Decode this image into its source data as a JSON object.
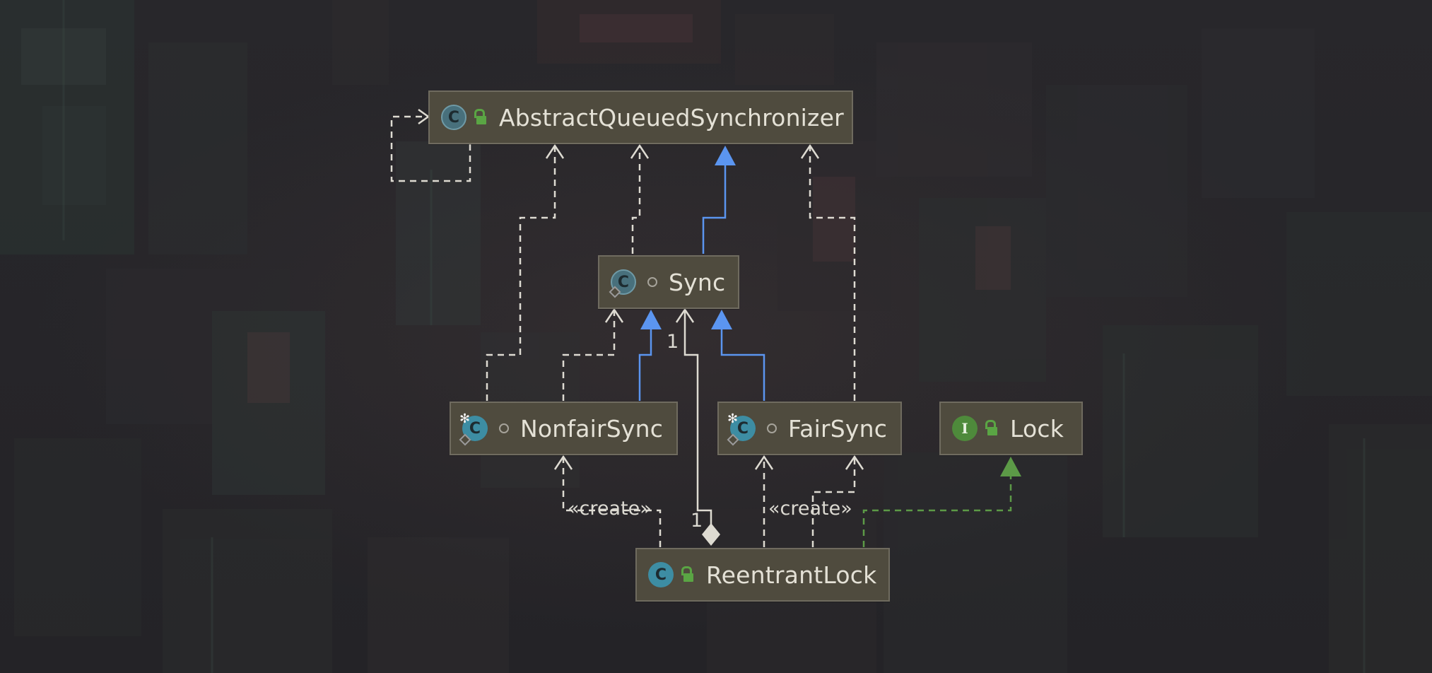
{
  "diagram": {
    "nodes": {
      "aqs": {
        "name": "AbstractQueuedSynchronizer",
        "kind_icon": "abstract-class-icon",
        "visibility_icon": "public-lock-open-icon"
      },
      "sync": {
        "name": "Sync",
        "kind_icon": "abstract-class-icon",
        "visibility_icon": "package-private-icon"
      },
      "nonfair": {
        "name": "NonfairSync",
        "kind_icon": "static-class-icon",
        "visibility_icon": "package-private-icon"
      },
      "fair": {
        "name": "FairSync",
        "kind_icon": "static-class-icon",
        "visibility_icon": "package-private-icon"
      },
      "lock": {
        "name": "Lock",
        "kind_icon": "interface-icon",
        "visibility_icon": "public-lock-open-icon"
      },
      "reentrant": {
        "name": "ReentrantLock",
        "kind_icon": "class-icon",
        "visibility_icon": "public-lock-open-icon"
      }
    },
    "icon_glyphs": {
      "class": "C",
      "interface": "I",
      "static": "✻"
    },
    "edge_labels": {
      "create_nonfair": "«create»",
      "create_fair": "«create»",
      "multiplicity_sync_end": "1",
      "multiplicity_reentrant_end": "1"
    },
    "relations": [
      {
        "from": "AbstractQueuedSynchronizer",
        "to": "AbstractQueuedSynchronizer",
        "type": "dependency"
      },
      {
        "from": "Sync",
        "to": "AbstractQueuedSynchronizer",
        "type": "inheritance"
      },
      {
        "from": "Sync",
        "to": "AbstractQueuedSynchronizer",
        "type": "dependency"
      },
      {
        "from": "NonfairSync",
        "to": "Sync",
        "type": "inheritance"
      },
      {
        "from": "NonfairSync",
        "to": "Sync",
        "type": "dependency"
      },
      {
        "from": "NonfairSync",
        "to": "AbstractQueuedSynchronizer",
        "type": "dependency"
      },
      {
        "from": "FairSync",
        "to": "Sync",
        "type": "inheritance"
      },
      {
        "from": "FairSync",
        "to": "AbstractQueuedSynchronizer",
        "type": "dependency"
      },
      {
        "from": "ReentrantLock",
        "to": "Sync",
        "type": "aggregation"
      },
      {
        "from": "ReentrantLock",
        "to": "NonfairSync",
        "type": "create-dependency"
      },
      {
        "from": "ReentrantLock",
        "to": "FairSync",
        "type": "dependency"
      },
      {
        "from": "ReentrantLock",
        "to": "FairSync",
        "type": "create-dependency"
      },
      {
        "from": "ReentrantLock",
        "to": "Lock",
        "type": "realization"
      }
    ],
    "colors": {
      "dependency": "#dedbd2",
      "inheritance": "#5b95f0",
      "realization": "#5c9a47",
      "aggregation": "#dedbd2",
      "node_fill": "#4f4b3e",
      "node_border": "#6f6b5f"
    }
  }
}
